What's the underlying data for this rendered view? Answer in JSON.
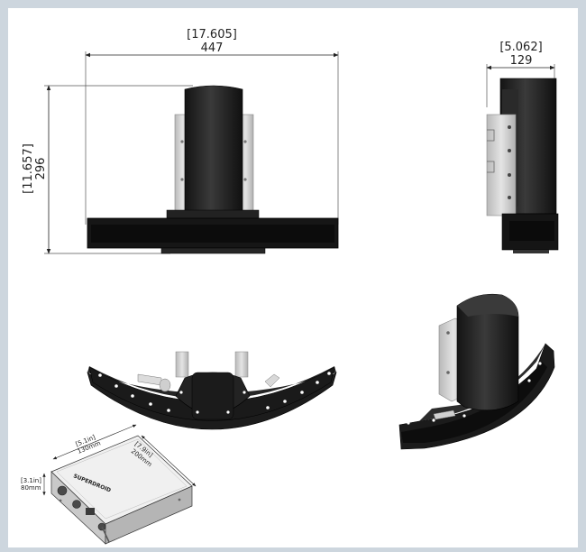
{
  "front_view": {
    "width_in": "[17.605]",
    "width_mm": "447",
    "height_in": "[11.657]",
    "height_mm": "296"
  },
  "side_view": {
    "depth_in": "[5.062]",
    "depth_mm": "129"
  },
  "controller_box": {
    "brand": "SUPERDROID",
    "depth_in": "[5.1in]",
    "depth_mm": "130mm",
    "length_in": "[7.9in]",
    "length_mm": "200mm",
    "height_in": "[3.1in]",
    "height_mm": "80mm"
  },
  "colors": {
    "background": "#cdd6de",
    "sheet": "#ffffff",
    "body_dark": "#1e1e1e",
    "bracket": "#c8c8c8"
  }
}
